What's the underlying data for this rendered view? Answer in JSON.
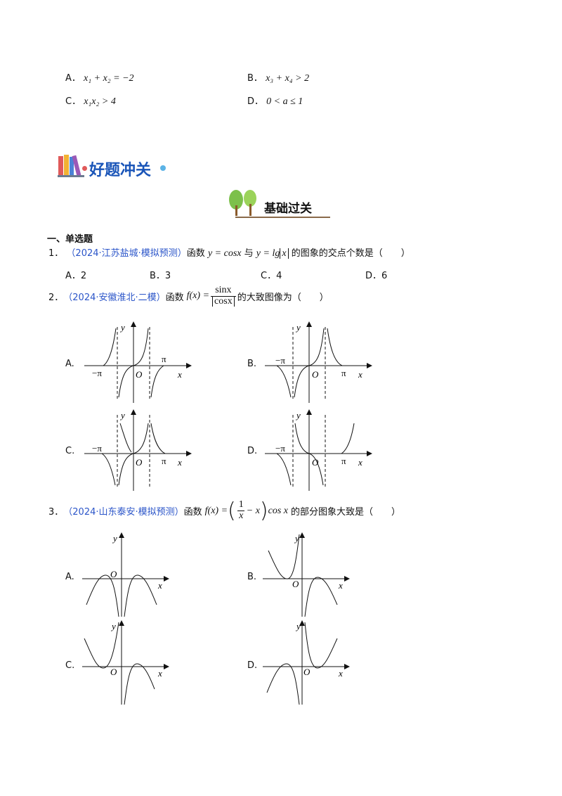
{
  "prev_question": {
    "A": {
      "label": "A．",
      "math": "x₁ + x₂ = −2"
    },
    "B": {
      "label": "B．",
      "math": "x₃ + x₄ > 2"
    },
    "C": {
      "label": "C．",
      "math": "x₁x₂ > 4"
    },
    "D": {
      "label": "D．",
      "math": "0 < a ≤ 1"
    }
  },
  "section": {
    "title": "好题冲关",
    "subtitle": "基础过关"
  },
  "part": "一、单选题",
  "q1": {
    "number": "1．",
    "source": "（2024·江苏盐城·模拟预测）",
    "text1": "函数",
    "f1": "y = cosx",
    "text2": "与",
    "f2_pre": "y = lg",
    "f2_abs": "x",
    "text3": "的图象的交点个数是（　　）",
    "options": [
      {
        "label": "A．",
        "value": "2"
      },
      {
        "label": "B．",
        "value": "3"
      },
      {
        "label": "C．",
        "value": "4"
      },
      {
        "label": "D．",
        "value": "6"
      }
    ]
  },
  "q2": {
    "number": "2．",
    "source": "（2024·安徽淮北·二模）",
    "text1": "函数",
    "f_lhs": "f(x) =",
    "num": "sinx",
    "den": "cosx",
    "text2": "的大致图像为（　　）",
    "option_labels": [
      "A.",
      "B.",
      "C.",
      "D."
    ],
    "axis": {
      "y": "y",
      "x": "x",
      "o": "O",
      "neg_pi": "−π",
      "pi": "π"
    }
  },
  "q3": {
    "number": "3．",
    "source": "（2024·山东泰安·模拟预测）",
    "text1": "函数",
    "f_lhs": "f(x) =",
    "num": "1",
    "den": "x",
    "minus_x": "− x",
    "cos": "cos x",
    "text2": "的部分图象大致是（　　）",
    "option_labels": [
      "A.",
      "B.",
      "C.",
      "D."
    ],
    "axis": {
      "y": "y",
      "x": "x",
      "o": "O"
    }
  }
}
